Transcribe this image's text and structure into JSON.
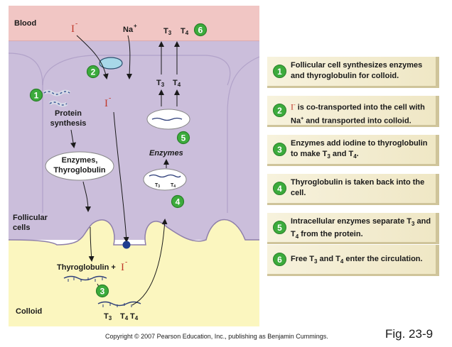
{
  "diagram": {
    "regions": {
      "blood": "Blood",
      "follicular_cells": "Follicular\ncells",
      "colloid": "Colloid"
    },
    "ions": {
      "iodide": "I",
      "iodide_charge": "-",
      "sodium": "Na",
      "sodium_charge": "+"
    },
    "labels": {
      "protein_synthesis": "Protein\nsynthesis",
      "enzymes_thyroglobulin": "Enzymes,\nThyroglobulin",
      "enzymes": "Enzymes",
      "thyroglobulin_plus": "Thyroglobulin +",
      "t3": "T",
      "t3_sub": "3",
      "t4": "T",
      "t4_sub": "4"
    },
    "markers": [
      "1",
      "2",
      "3",
      "4",
      "5",
      "6"
    ]
  },
  "steps": [
    {
      "num": "1",
      "text": "Follicular cell synthesizes enzymes and thyroglobulin for colloid."
    },
    {
      "num": "2",
      "text": "is co-transported into the cell with Na+ and transported into colloid."
    },
    {
      "num": "3",
      "text": "Enzymes add iodine to thyroglobulin to make T3 and T4."
    },
    {
      "num": "4",
      "text": "Thyroglobulin is taken back into the cell."
    },
    {
      "num": "5",
      "text": "Intracellular enzymes separate T3 and T4 from the protein."
    },
    {
      "num": "6",
      "text": "Free T3 and T4 enter the circulation."
    }
  ],
  "step_parts": {
    "s2_iod": "I",
    "s2_charge": "-",
    "s2_a": "is co-transported into the cell with",
    "s2_na": "Na",
    "s2_plus": "+",
    "s2_b": "and transported into colloid.",
    "s3_a": "Enzymes add iodine to thyroglobulin",
    "s3_b": "to make T",
    "s3_sub1": "3",
    "s3_c": "and T",
    "s3_sub2": "4",
    "s3_d": ".",
    "s5_a": "Intracellular enzymes separate T",
    "s5_sub1": "3",
    "s5_b": "and T",
    "s5_sub2": "4",
    "s5_c": "from the protein.",
    "s6_a": "Free T",
    "s6_sub1": "3",
    "s6_b": "and T",
    "s6_sub2": "4",
    "s6_c": "enter the circulation."
  },
  "footer": {
    "copyright": "Copyright © 2007 Pearson Education, Inc., publishing as Benjamin Cummings.",
    "figure": "Fig. 23-9"
  },
  "colors": {
    "blood": "#f1c6c4",
    "cell": "#cbbedb",
    "colloid": "#fbf6bf",
    "marker": "#3cab3c"
  }
}
